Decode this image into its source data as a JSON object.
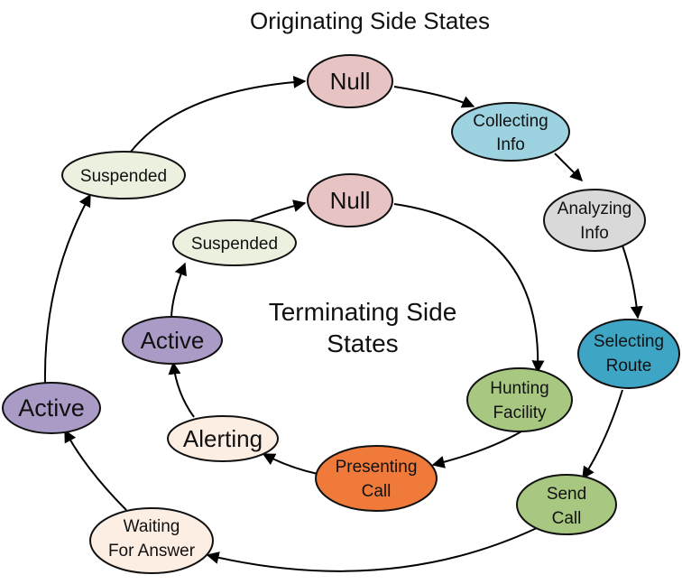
{
  "title_originating": "Originating Side States",
  "title_terminating": [
    "Terminating Side",
    "States"
  ],
  "colors": {
    "null": "#e8c3c3",
    "collecting": "#9dd3e0",
    "analyzing": "#d9d9d9",
    "selecting": "#3ea6c4",
    "send": "#a8c882",
    "waiting": "#fdeee3",
    "active": "#a99bc6",
    "suspended": "#ebf1de",
    "hunting": "#a8c882",
    "presenting": "#f07a3a",
    "alerting": "#fdeee3"
  },
  "originating": {
    "null": [
      "Null"
    ],
    "collecting_info": [
      "Collecting",
      "Info"
    ],
    "analyzing_info": [
      "Analyzing",
      "Info"
    ],
    "selecting_route": [
      "Selecting",
      "Route"
    ],
    "send_call": [
      "Send",
      "Call"
    ],
    "waiting_for_answer": [
      "Waiting",
      "For Answer"
    ],
    "active": [
      "Active"
    ],
    "suspended": [
      "Suspended"
    ]
  },
  "terminating": {
    "null": [
      "Null"
    ],
    "hunting_facility": [
      "Hunting",
      "Facility"
    ],
    "presenting_call": [
      "Presenting",
      "Call"
    ],
    "alerting": [
      "Alerting"
    ],
    "active": [
      "Active"
    ],
    "suspended": [
      "Suspended"
    ]
  }
}
